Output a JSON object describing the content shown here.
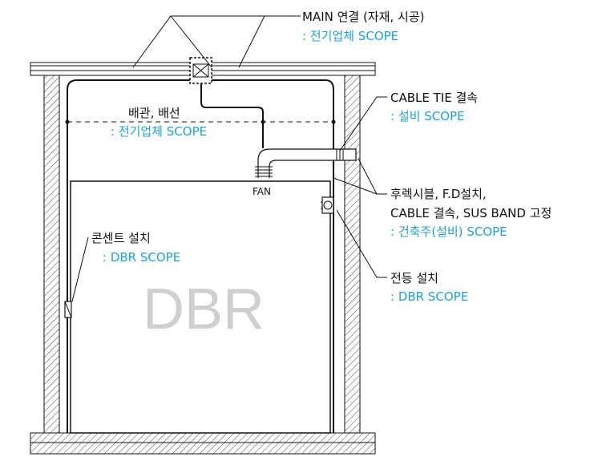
{
  "labels": {
    "main_connection": "MAIN 연결 (자재, 시공)",
    "main_connection_scope": ": 전기업체 SCOPE",
    "piping_wiring": "배관, 배선",
    "piping_wiring_scope": ": 전기업체 SCOPE",
    "cable_tie": "CABLE TIE 결속",
    "cable_tie_scope": ": 설비 SCOPE",
    "flex_duct_line1": "후렉시블, F.D설치,",
    "flex_duct_line2": "CABLE 결속, SUS BAND 고정",
    "flex_duct_scope": ": 건축주(설비) SCOPE",
    "outlet_install": "콘센트 설치",
    "outlet_scope": ": DBR SCOPE",
    "light_install": "전등 설치",
    "light_scope": ": DBR SCOPE",
    "fan": "FAN",
    "room": "DBR"
  },
  "colors": {
    "line": "#111111",
    "scope_text": "#1ea0dc",
    "watermark": "#cfcfcf"
  }
}
